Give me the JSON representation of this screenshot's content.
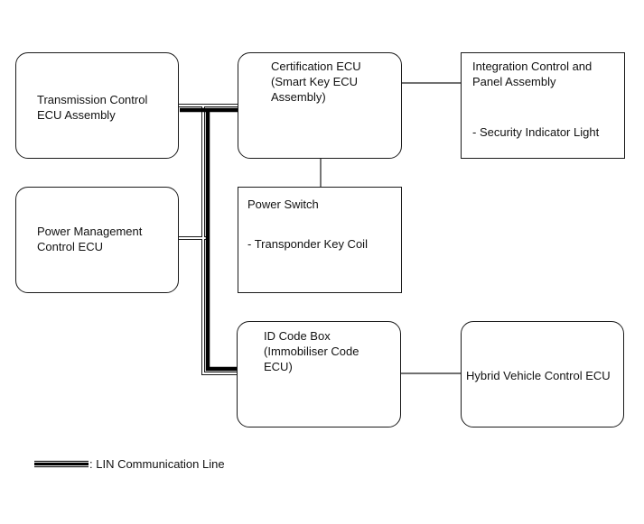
{
  "boxes": {
    "transmission": "Transmission Control\nECU Assembly",
    "power_management": "Power Management\nControl ECU",
    "certification": "Certification ECU\n(Smart Key ECU\nAssembly)",
    "power_switch": {
      "title": "Power Switch",
      "item": "- Transponder Key Coil"
    },
    "id_code_box": "ID Code Box\n(Immobiliser Code\nECU)",
    "integration": {
      "title": "Integration Control and\nPanel Assembly",
      "item": "- Security Indicator Light"
    },
    "hybrid": "Hybrid Vehicle Control ECU"
  },
  "legend": {
    "label": ": LIN Communication Line"
  }
}
